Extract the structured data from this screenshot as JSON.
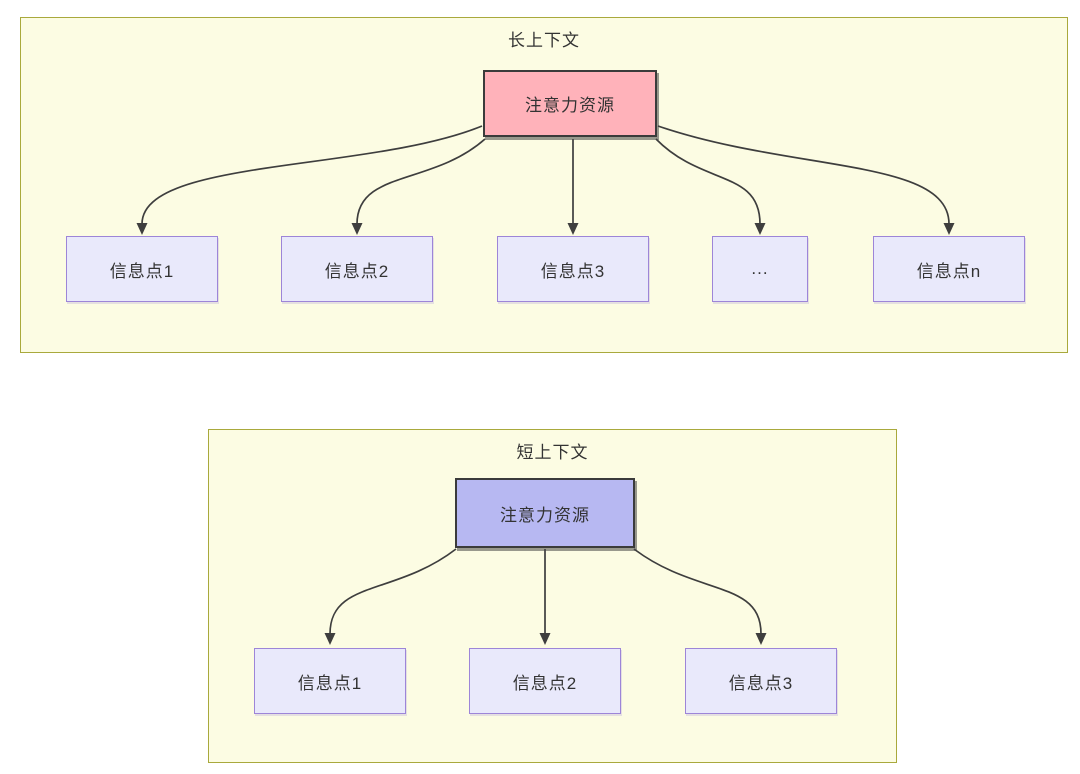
{
  "long_context": {
    "title": "长上下文",
    "attention_label": "注意力资源",
    "nodes": [
      "信息点1",
      "信息点2",
      "信息点3",
      "...",
      "信息点n"
    ]
  },
  "short_context": {
    "title": "短上下文",
    "attention_label": "注意力资源",
    "nodes": [
      "信息点1",
      "信息点2",
      "信息点3"
    ]
  },
  "colors": {
    "page_bg": "#ffffff",
    "container_fill": "#fcfce3",
    "container_border": "#a9a93c",
    "attention_long_fill": "#ffb2ba",
    "attention_short_fill": "#b7b8f2",
    "attention_border": "#3b3b3b",
    "node_fill": "#e9e9fb",
    "node_border": "#9d85d8",
    "arrow": "#3e3e3e",
    "text": "#333333"
  }
}
